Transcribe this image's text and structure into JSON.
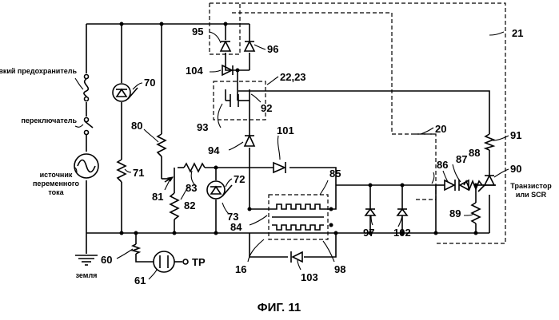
{
  "labels": {
    "fuse": "плавкий предохранитель",
    "switch": "переключатель",
    "source_l1": "источник",
    "source_l2": "переменного",
    "source_l3": "тока",
    "ground": "земля",
    "transistor_l1": "Транзистор",
    "transistor_l2": "или SCR",
    "tp": "TP"
  },
  "refs": {
    "r16": "16",
    "r20": "20",
    "r21": "21",
    "r22_23": "22,23",
    "r60": "60",
    "r61": "61",
    "r70": "70",
    "r71": "71",
    "r72": "72",
    "r73": "73",
    "r80": "80",
    "r81": "81",
    "r82": "82",
    "r83": "83",
    "r84": "84",
    "r85": "85",
    "r86": "86",
    "r87": "87",
    "r88": "88",
    "r89": "89",
    "r90": "90",
    "r91": "91",
    "r92": "92",
    "r93": "93",
    "r94": "94",
    "r95": "95",
    "r96": "96",
    "r97": "97",
    "r98": "98",
    "r101": "101",
    "r102": "102",
    "r103": "103",
    "r104": "104"
  },
  "caption": "ФИГ. 11"
}
